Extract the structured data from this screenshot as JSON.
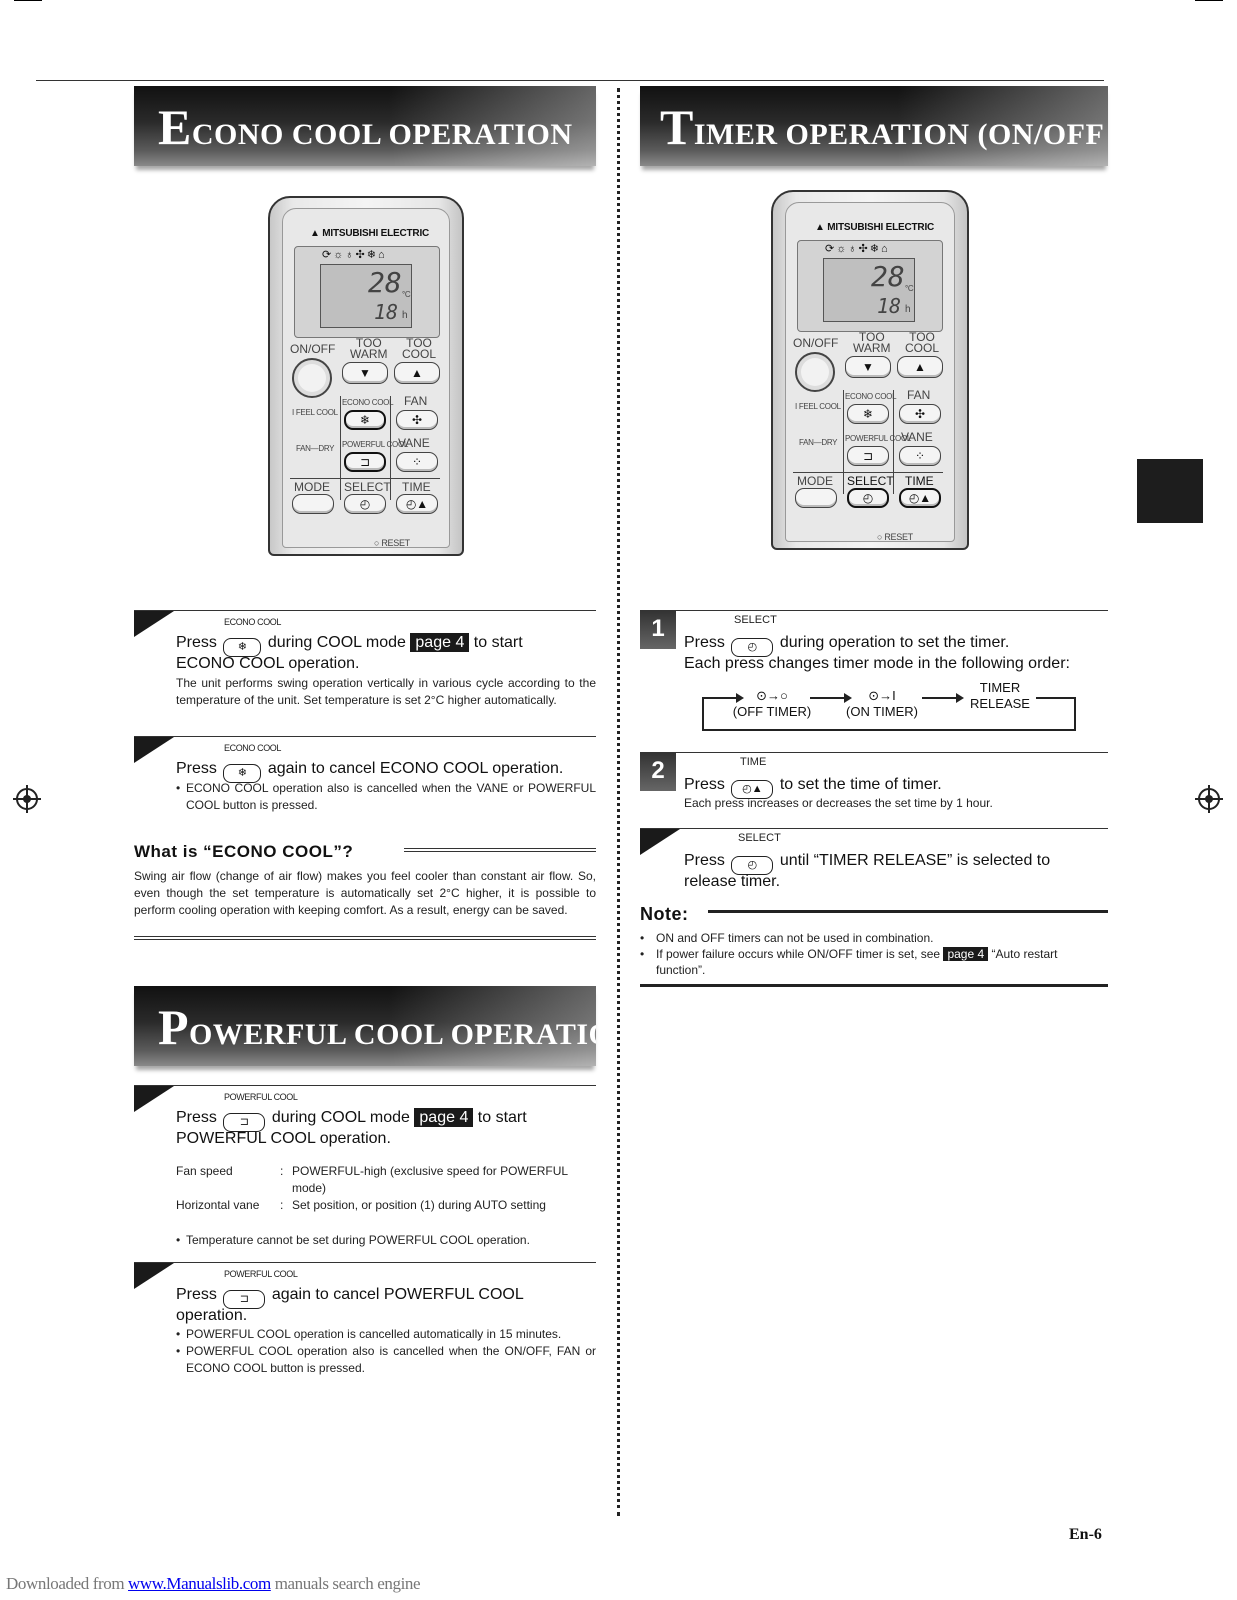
{
  "econo": {
    "title_cap": "E",
    "title_rest": "CONO COOL OPERATION",
    "remote": {
      "brand": "MITSUBISHI ELECTRIC",
      "modes_row": "⟳☼♁✣❄⌂",
      "digits_temp": "28",
      "digits_time": "18",
      "unit_c": "°C",
      "unit_h": "h",
      "on_off": "ON/OFF",
      "too_warm_1": "TOO",
      "too_warm_2": "WARM",
      "too_cool_1": "TOO",
      "too_cool_2": "COOL",
      "econo_cool": "ECONO COOL",
      "fan": "FAN",
      "ifeel": "I FEEL",
      "cool": "COOL",
      "fan_dry": "FAN—DRY",
      "powerful_cool": "POWERFUL COOL",
      "vane": "VANE",
      "mode": "MODE",
      "select": "SELECT",
      "time": "TIME",
      "reset": "RESET",
      "down": "▼",
      "up": "▲"
    },
    "step1": {
      "label": "ECONO COOL",
      "press": "Press",
      "during": "during COOL mode",
      "page": "page 4",
      "to_start": "to start",
      "line2": "ECONO COOL operation.",
      "desc": "The unit performs swing operation vertically in various cycle according to the temperature of the unit. Set temperature is set 2°C higher automatically."
    },
    "step2": {
      "label": "ECONO COOL",
      "press": "Press",
      "rest": "again to cancel ECONO COOL operation.",
      "bullet": "ECONO COOL operation also is cancelled when the VANE or POWERFUL COOL button is pressed."
    },
    "what_title": "What is “ECONO COOL”?",
    "what_desc": "Swing air flow (change of air flow) makes you feel cooler than constant air flow. So, even though the set temperature is automatically set 2°C higher, it is possible to perform cooling operation with keeping comfort. As a result, energy can be saved."
  },
  "powerful": {
    "title_cap": "P",
    "title_rest": "OWERFUL COOL OPERATION",
    "step1": {
      "label": "POWERFUL COOL",
      "press": "Press",
      "during": "during COOL mode",
      "page": "page 4",
      "to_start": "to start",
      "line2": "POWERFUL COOL operation.",
      "spec": [
        {
          "k": "Fan speed",
          "v": "POWERFUL-high (exclusive speed for POWERFUL mode)"
        },
        {
          "k": "Horizontal vane",
          "v": "Set position, or position (1) during AUTO setting"
        }
      ],
      "bullet": "Temperature cannot be set during POWERFUL COOL operation."
    },
    "step2": {
      "label": "POWERFUL COOL",
      "press": "Press",
      "rest": "again to cancel POWERFUL COOL",
      "line2": "operation.",
      "bullets": [
        "POWERFUL COOL operation is cancelled automatically in 15 minutes.",
        "POWERFUL COOL operation also is cancelled when the ON/OFF, FAN or ECONO COOL button is pressed."
      ]
    }
  },
  "timer": {
    "title_cap": "T",
    "title_rest": "IMER OPERATION (ON/OFF TIMER)",
    "step1": {
      "num": "1",
      "label": "SELECT",
      "press": "Press",
      "rest": "during operation to set the timer.",
      "line2": "Each press changes timer mode in the following order:",
      "flow": [
        {
          "sym": "⊙→○",
          "name": "(OFF TIMER)"
        },
        {
          "sym": "⊙→I",
          "name": "(ON TIMER)"
        },
        {
          "sym": "TIMER",
          "name": "RELEASE"
        }
      ]
    },
    "step2": {
      "num": "2",
      "label": "TIME",
      "press": "Press",
      "rest": "to set the time of timer.",
      "desc": "Each press increases or decreases the set time by 1 hour."
    },
    "step3": {
      "label": "SELECT",
      "press": "Press",
      "rest": "until “TIMER RELEASE” is selected to",
      "line2": "release timer."
    },
    "note_title": "Note:",
    "note_1": "ON and OFF timers can not be used in combination.",
    "note_2a": "If power failure occurs while ON/OFF timer is set, see",
    "note_2_page": "page 4",
    "note_2b": "“Auto restart function”."
  },
  "page_number": "En-6",
  "footer": {
    "prefix": "Downloaded from",
    "link": "www.Manualslib.com",
    "suffix": "manuals search engine"
  }
}
